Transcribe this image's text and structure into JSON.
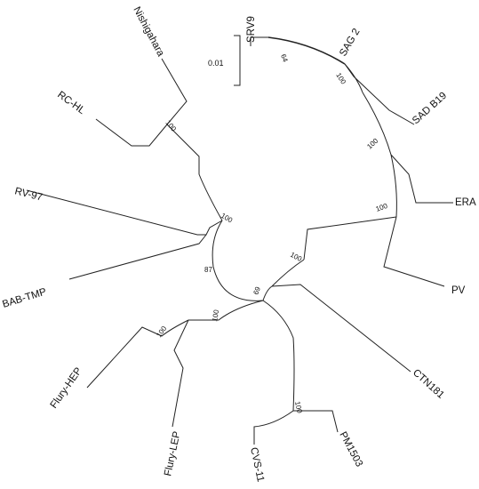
{
  "tree": {
    "tips": {
      "srv9": "SRV9",
      "sag2": "SAG 2",
      "sadb19": "SAD B19",
      "era": "ERA",
      "pv": "PV",
      "ctn181": "CTN181",
      "pm1503": "PM1503",
      "cvs11": "CVS-11",
      "flury_lep": "Flury-LEP",
      "flury_hep": "Flury-HEP",
      "bab_tmp": "BAB-TMP",
      "rv97": "RV-97",
      "rc_hl": "RC-HL",
      "nishigahara": "Nishigahara"
    },
    "bootstrap": {
      "srv9_sag2": "64",
      "sad_group": "100",
      "era_group": "100",
      "pv_group": "100",
      "ctn_group": "100",
      "ctn181_pm_cvs": "69",
      "pm_cvs": "100",
      "flury_group": "100",
      "flury_pair": "100",
      "root_87": "87",
      "rv97_group": "100",
      "rc_nishi": "100"
    },
    "scale_bar": {
      "label": "0.01"
    }
  }
}
